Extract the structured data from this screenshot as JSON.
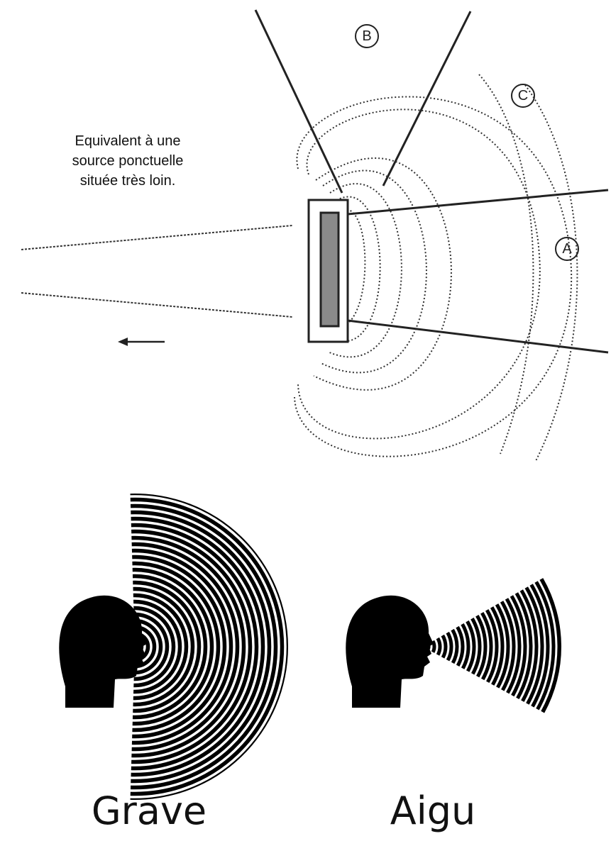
{
  "top_diagram": {
    "caption_lines": [
      "Equivalent à une",
      "source ponctuelle",
      "située très loin."
    ],
    "zone_labels": {
      "a": "A",
      "b": "B",
      "c": "C"
    },
    "line_color": "#222222",
    "field_line_color": "#333333",
    "transducer_fill": "#8a8a8a"
  },
  "bottom_diagram": {
    "grave_label": "Grave",
    "aigu_label": "Aigu",
    "ink_color": "#000000"
  }
}
